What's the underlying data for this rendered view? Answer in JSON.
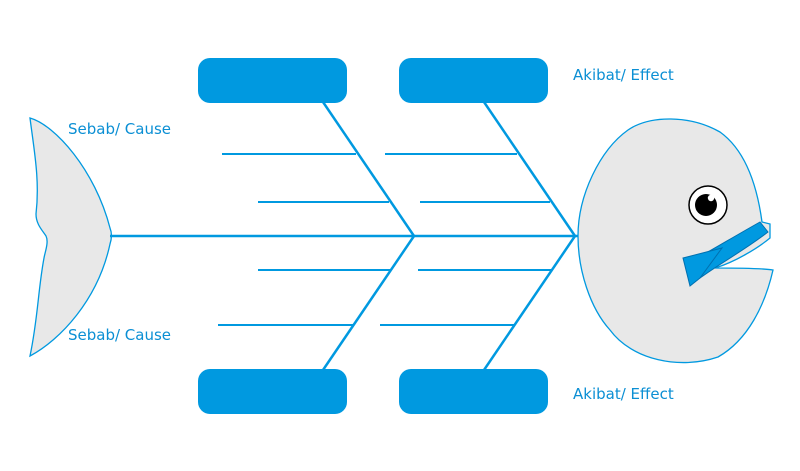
{
  "diagram": {
    "labels": {
      "cause_top": "Sebab/ Cause",
      "cause_bottom": "Sebab/ Cause",
      "effect_top": "Akibat/ Effect",
      "effect_bottom": "Akibat/ Effect"
    },
    "boxes": [
      {
        "id": "box-top-left",
        "text": ""
      },
      {
        "id": "box-top-right",
        "text": ""
      },
      {
        "id": "box-bottom-left",
        "text": ""
      },
      {
        "id": "box-bottom-right",
        "text": ""
      }
    ]
  },
  "colors": {
    "accent": "#0099e0",
    "fish_fill": "#e8e8e8",
    "fish_outline": "#0099e0",
    "label_text": "#0b8fd4",
    "eye_black": "#000000"
  }
}
